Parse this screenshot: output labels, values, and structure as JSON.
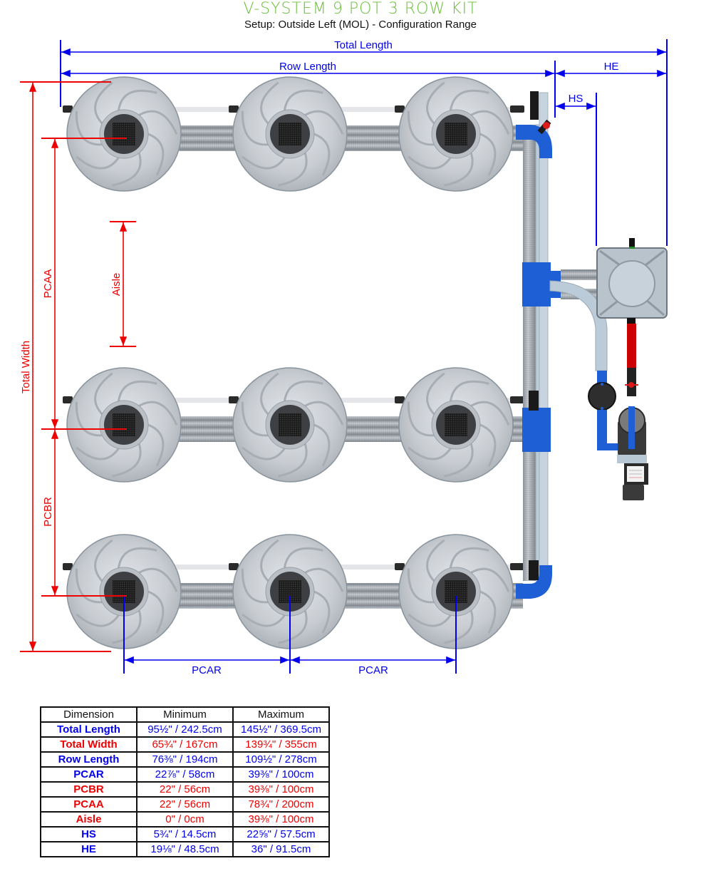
{
  "header": {
    "title": "V-SYSTEM 9 POT 3 ROW KIT",
    "subtitle": "Setup: Outside Left (MOL) - Configuration Range"
  },
  "colors": {
    "title_green": "#6abf3a",
    "blue_dimension": "#0000ee",
    "red_dimension": "#ee0000",
    "pipe_blue": "#1f5fd6",
    "pot_grey": "#c9cdd2"
  },
  "diagram": {
    "labels": {
      "total_length": "Total Length",
      "row_length": "Row Length",
      "he": "HE",
      "hs": "HS",
      "total_width": "Total Width",
      "pcaa": "PCAA",
      "aisle": "Aisle",
      "pcbr": "PCBR",
      "pcar_1": "PCAR",
      "pcar_2": "PCAR"
    },
    "pots": {
      "rows": 3,
      "per_row": 3
    },
    "components": [
      "pot-icon",
      "flex-hose",
      "blue-elbow-fitting",
      "tee-fitting",
      "reservoir-tank-icon",
      "filter-icon",
      "pump-icon",
      "valve-icon"
    ]
  },
  "table": {
    "headers": [
      "Dimension",
      "Minimum",
      "Maximum"
    ],
    "rows": [
      {
        "name": "Total Length",
        "min": "95½\" / 242.5cm",
        "max": "145½\" / 369.5cm",
        "color": "#0000ee"
      },
      {
        "name": "Total Width",
        "min": "65¾\" / 167cm",
        "max": "139¾\" / 355cm",
        "color": "#ee0000"
      },
      {
        "name": "Row Length",
        "min": "76⅜\" / 194cm",
        "max": "109½\" / 278cm",
        "color": "#0000ee"
      },
      {
        "name": "PCAR",
        "min": "22⅞\" / 58cm",
        "max": "39⅜\" / 100cm",
        "color": "#0000ee"
      },
      {
        "name": "PCBR",
        "min": "22\" / 56cm",
        "max": "39⅜\" / 100cm",
        "color": "#ee0000"
      },
      {
        "name": "PCAA",
        "min": "22\" / 56cm",
        "max": "78¾\" / 200cm",
        "color": "#ee0000"
      },
      {
        "name": "Aisle",
        "min": "0\" / 0cm",
        "max": "39⅜\" / 100cm",
        "color": "#ee0000"
      },
      {
        "name": "HS",
        "min": "5¾\" / 14.5cm",
        "max": "22⅝\" / 57.5cm",
        "color": "#0000ee"
      },
      {
        "name": "HE",
        "min": "19⅛\" / 48.5cm",
        "max": "36\" / 91.5cm",
        "color": "#0000ee"
      }
    ]
  }
}
